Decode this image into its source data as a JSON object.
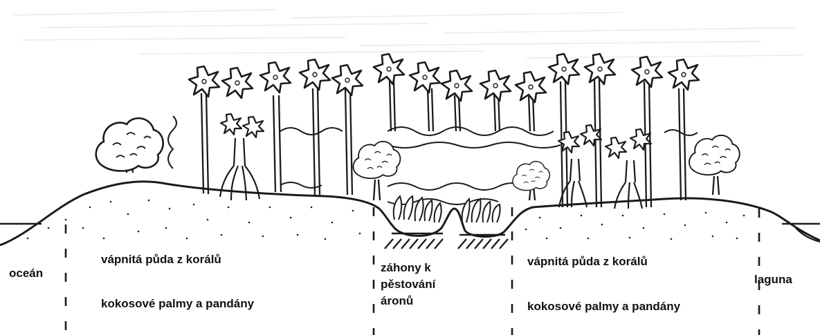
{
  "colors": {
    "ink": "#1a1a1a",
    "paper": "#ffffff",
    "speckle": "#e6e6e6"
  },
  "labels": {
    "ocean": "oceán",
    "soil_left": "vápnitá půda z korálů",
    "palms_left": "kokosové palmy a pandány",
    "beds_line1": "záhony k",
    "beds_line2": "pěstování",
    "beds_line3": "áronů",
    "soil_right": "vápnitá půda z korálů",
    "palms_right": "kokosové palmy a pandány",
    "lagoon": "laguna"
  }
}
